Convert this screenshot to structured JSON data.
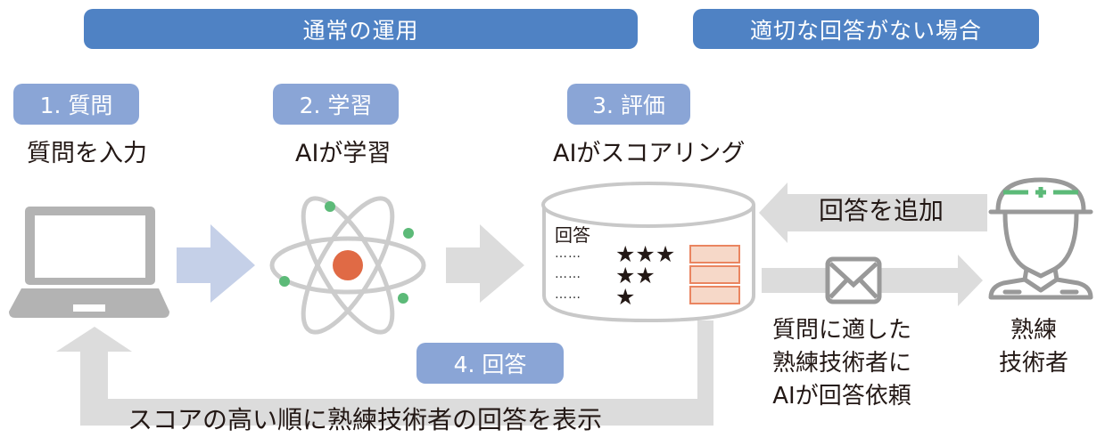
{
  "banners": {
    "normal_operation": "通常の運用",
    "no_suitable_answer": "適切な回答がない場合"
  },
  "steps": [
    {
      "label": "1. 質問",
      "caption": "質問を入力"
    },
    {
      "label": "2. 学習",
      "caption": "AIが学習"
    },
    {
      "label": "3. 評価",
      "caption": "AIがスコアリング"
    },
    {
      "label": "4. 回答"
    }
  ],
  "database": {
    "title": "回答",
    "rows": [
      {
        "dots": "……",
        "stars": "★★★"
      },
      {
        "dots": "……",
        "stars": "★★"
      },
      {
        "dots": "……",
        "stars": "★"
      }
    ]
  },
  "arrows": {
    "add_answer": "回答を追加",
    "display_answers": "スコアの高い順に熟練技術者の回答を表示"
  },
  "request_text": [
    "質問に適した",
    "熟練技術者に",
    "AIが回答依頼"
  ],
  "expert_label": [
    "熟練",
    "技術者"
  ],
  "icons": {
    "laptop": "laptop-icon",
    "atom": "atom-icon",
    "database": "database-icon",
    "mail": "mail-icon",
    "expert": "worker-helmet-icon"
  },
  "colors": {
    "banner": "#4f82c4",
    "step_badge": "#8aa5d6",
    "arrow_blue": "#c5d0e8",
    "arrow_gray": "#dcdcdc",
    "icon_gray": "#b3b3b3",
    "nucleus": "#e06a45",
    "electron": "#5cba78",
    "score_bar_fill": "#f6d8c8",
    "score_bar_border": "#ea8560"
  }
}
